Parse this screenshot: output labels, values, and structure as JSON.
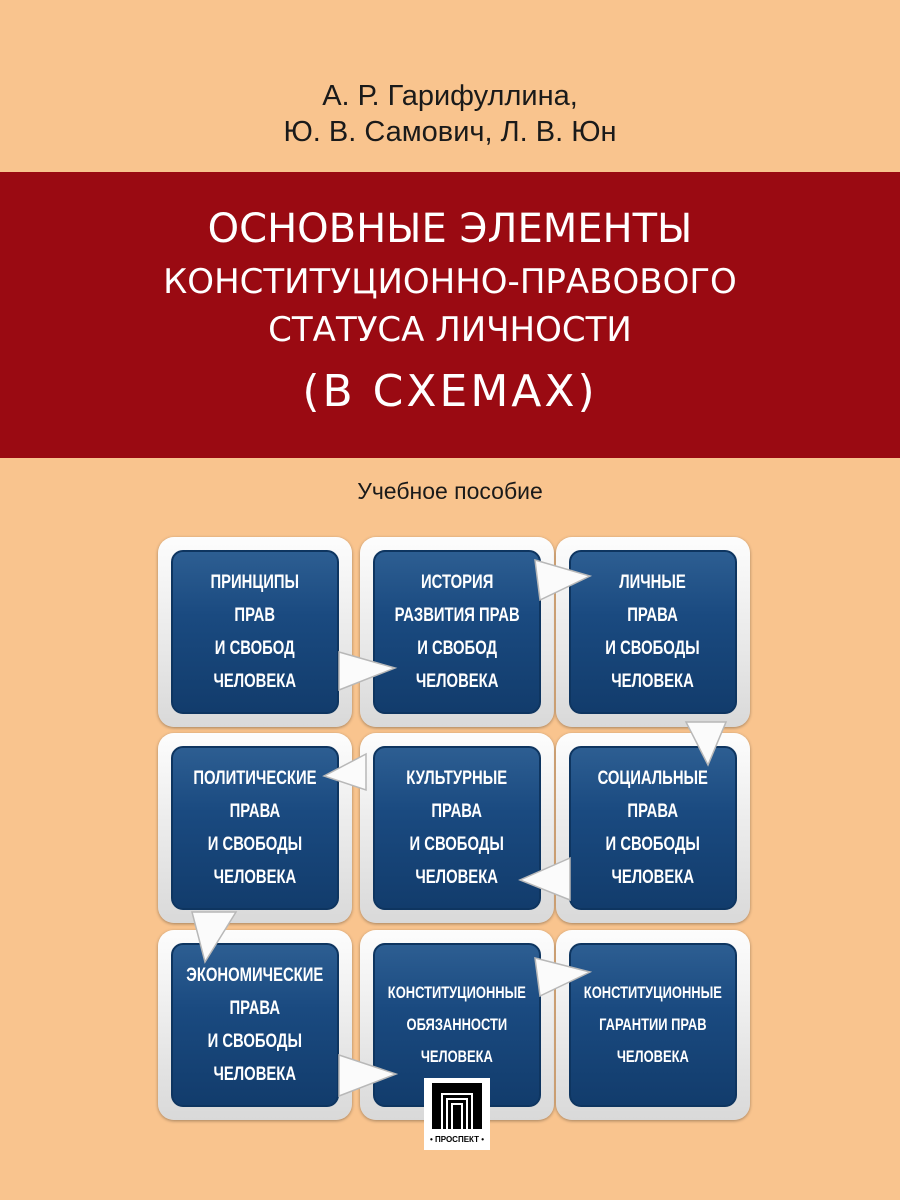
{
  "authors": {
    "line1": "А. Р. Гарифуллина,",
    "line2": "Ю. В. Самович, Л. В. Юн"
  },
  "title": {
    "line1": "ОСНОВНЫЕ ЭЛЕМЕНТЫ",
    "line2": "КОНСТИТУЦИОННО-ПРАВОВОГО",
    "line3": "СТАТУСА ЛИЧНОСТИ",
    "line4": "(В СХЕМАХ)"
  },
  "subtitle": "Учебное пособие",
  "boxes": [
    {
      "lines": [
        "ПРИНЦИПЫ",
        "ПРАВ",
        "И СВОБОД",
        "ЧЕЛОВЕКА"
      ]
    },
    {
      "lines": [
        "ИСТОРИЯ",
        "РАЗВИТИЯ ПРАВ",
        "И СВОБОД",
        "ЧЕЛОВЕКА"
      ]
    },
    {
      "lines": [
        "ЛИЧНЫЕ",
        "ПРАВА",
        "И СВОБОДЫ",
        "ЧЕЛОВЕКА"
      ]
    },
    {
      "lines": [
        "ПОЛИТИЧЕСКИЕ",
        "ПРАВА",
        "И СВОБОДЫ",
        "ЧЕЛОВЕКА"
      ]
    },
    {
      "lines": [
        "КУЛЬТУРНЫЕ",
        "ПРАВА",
        "И СВОБОДЫ",
        "ЧЕЛОВЕКА"
      ]
    },
    {
      "lines": [
        "СОЦИАЛЬНЫЕ",
        "ПРАВА",
        "И СВОБОДЫ",
        "ЧЕЛОВЕКА"
      ]
    },
    {
      "lines": [
        "ЭКОНОМИЧЕСКИЕ",
        "ПРАВА",
        "И СВОБОДЫ",
        "ЧЕЛОВЕКА"
      ]
    },
    {
      "lines": [
        "КОНСТИТУЦИОННЫЕ",
        "ОБЯЗАННОСТИ",
        "ЧЕЛОВЕКА"
      ]
    },
    {
      "lines": [
        "КОНСТИТУЦИОННЫЕ",
        "ГАРАНТИИ ПРАВ",
        "ЧЕЛОВЕКА"
      ]
    }
  ],
  "publisher": {
    "name": "ПРОСПЕКТ"
  },
  "colors": {
    "background": "#f9c48e",
    "band": "#9a0a12",
    "box": "#1a4a80"
  }
}
